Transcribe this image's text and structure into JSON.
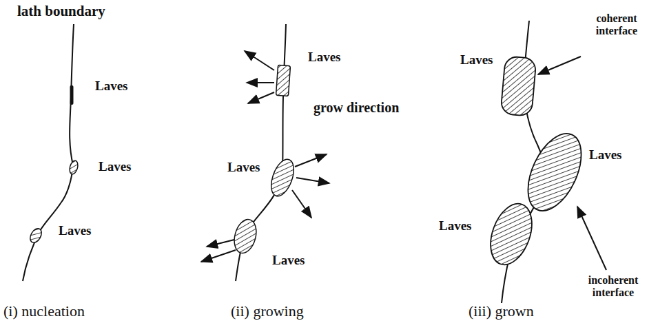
{
  "diagram": {
    "labels": [
      "lath boundary",
      "Laves",
      "Laves",
      "Laves",
      "(i) nucleation",
      "Laves",
      "grow direction",
      "Laves",
      "Laves",
      "(ii) growing",
      "coherent interface",
      "Laves",
      "Laves",
      "incoherent interface",
      "Laves",
      "(iii) grown"
    ]
  }
}
